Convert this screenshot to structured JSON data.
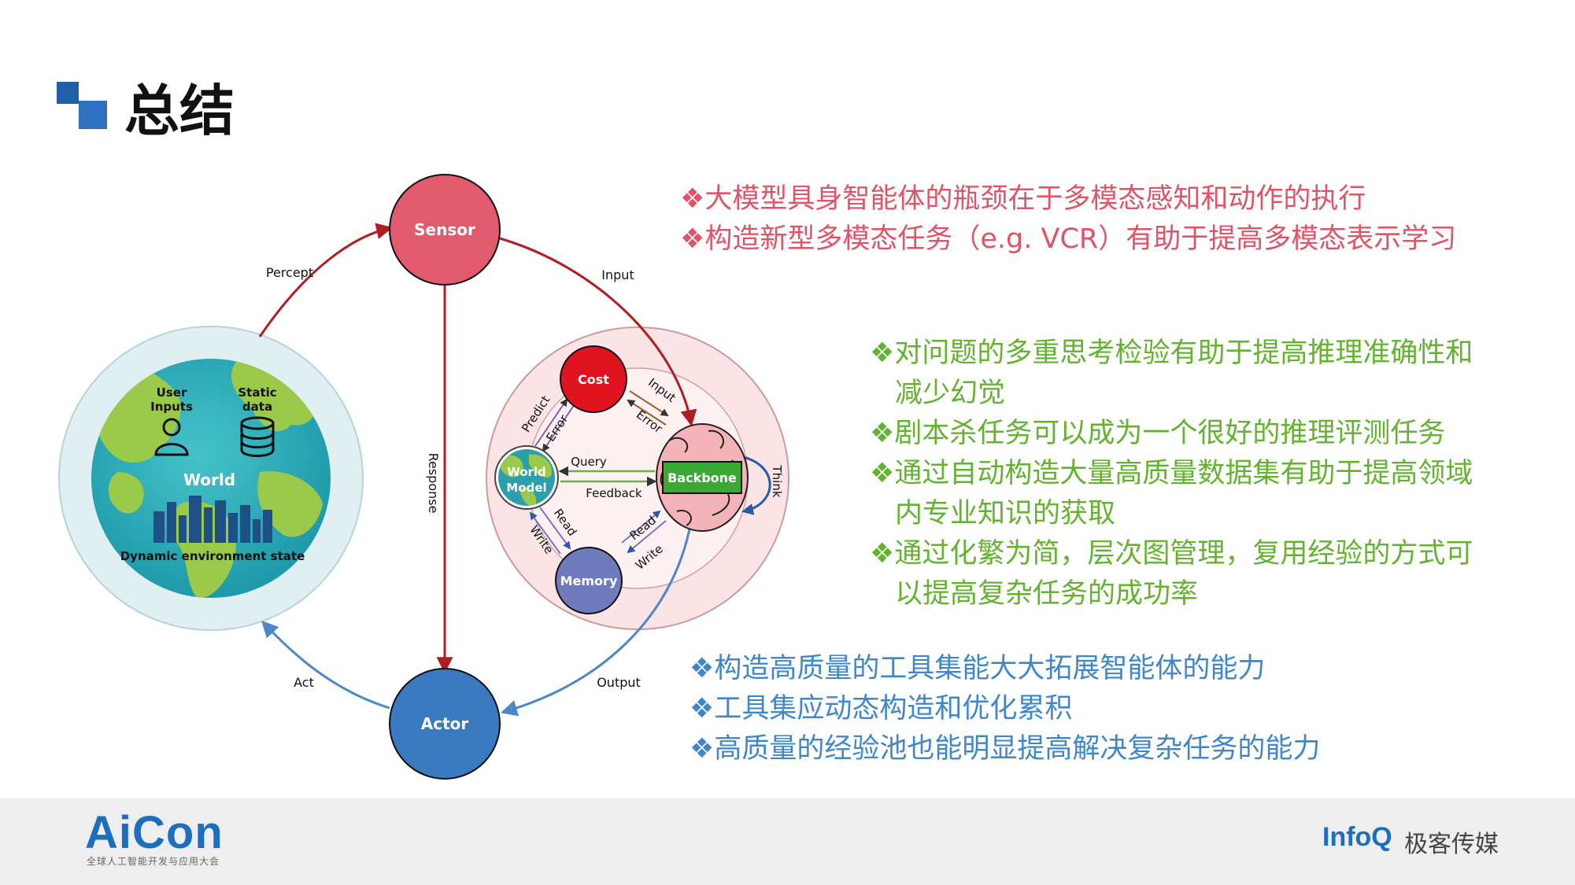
{
  "page_title": "总结",
  "diagram": {
    "nodes": {
      "sensor": "Sensor",
      "actor": "Actor",
      "cost": "Cost",
      "backbone": "Backbone",
      "world_model": [
        "World",
        "Model"
      ],
      "memory": "Memory",
      "world": "World",
      "user_inputs": [
        "User",
        "Inputs"
      ],
      "static_data": [
        "Static",
        "data"
      ],
      "dynamic_state": "Dynamic environment state"
    },
    "edges": {
      "percept": "Percept",
      "input": "Input",
      "response": "Response",
      "act": "Act",
      "output": "Output",
      "cost_input": "Input",
      "cost_error": "Error",
      "predict": "Predict",
      "wm_error": "Error",
      "query": "Query",
      "feedback": "Feedback",
      "wm_read": "Read",
      "wm_write": "Write",
      "mem_read": "Read",
      "mem_write": "Write",
      "think": "Think"
    },
    "colors": {
      "sensor": "#e25a6e",
      "actor": "#3a7ac0",
      "cost": "#e0141e",
      "memory": "#6f7bbd",
      "backbone": "#3aa832",
      "red_arrow": "#b01e23",
      "blue_arrow": "#4a88c8",
      "inner_bg": "#fbe4e6"
    }
  },
  "bullets_red": [
    "❖大模型具身智能体的瓶颈在于多模态感知和动作的执行",
    "❖构造新型多模态任务（e.g. VCR）有助于提高多模态表示学习"
  ],
  "bullets_green": [
    "❖对问题的多重思考检验有助于提高推理准确性和",
    "减少幻觉",
    "❖剧本杀任务可以成为一个很好的推理评测任务",
    "❖通过自动构造大量高质量数据集有助于提高领域",
    "内专业知识的获取",
    "❖通过化繁为简，层次图管理，复用经验的方式可",
    "以提高复杂任务的成功率"
  ],
  "bullets_blue": [
    "❖构造高质量的工具集能大大拓展智能体的能力",
    "❖工具集应动态构造和优化累积",
    "❖高质量的经验池也能明显提高解决复杂任务的能力"
  ],
  "footer": {
    "aicon": "AiCon",
    "aicon_sub": "全球人工智能开发与应用大会",
    "infoq": "InfoQ",
    "geek": "极客传媒"
  }
}
